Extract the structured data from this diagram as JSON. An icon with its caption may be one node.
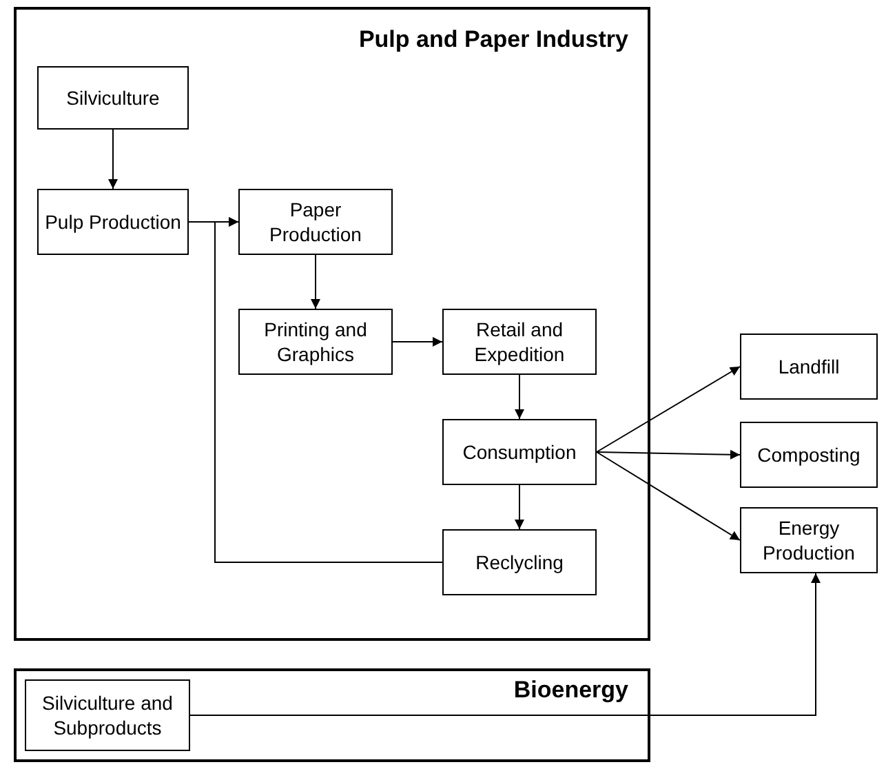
{
  "diagram": {
    "nodes": [
      {
        "text": [
          "Pulp and Paper Industry"
        ]
      },
      {
        "text": [
          "Silviculture"
        ],
        "in": 0
      },
      {
        "text": [
          "Pulp Production"
        ],
        "in": 0
      },
      {
        "text": [
          "Paper Production"
        ],
        "in": 0
      },
      {
        "text": [
          "Printing and Graphics"
        ],
        "in": 0
      },
      {
        "text": [
          "Retail and Expedition"
        ],
        "in": 0
      },
      {
        "text": [
          "Consumption"
        ],
        "in": 0
      },
      {
        "text": [
          "Reclycling"
        ],
        "in": 0
      },
      {
        "text": [
          "Landfill"
        ]
      },
      {
        "text": [
          "Composting"
        ]
      },
      {
        "text": [
          "Energy Production"
        ]
      },
      {
        "text": [
          "Bioenergy"
        ]
      },
      {
        "text": [
          "Silviculture and Subproducts"
        ],
        "in": 11
      }
    ],
    "edges": [
      {
        "from": 1,
        "to": 2,
        "arrow": "to"
      },
      {
        "from": 2,
        "to": 3,
        "arrow": "to"
      },
      {
        "from": 3,
        "to": 4,
        "arrow": "to"
      },
      {
        "from": 4,
        "to": 5,
        "arrow": "to"
      },
      {
        "from": 5,
        "to": 6,
        "arrow": "to"
      },
      {
        "from": 6,
        "to": 8,
        "arrow": "to"
      },
      {
        "from": 6,
        "to": 9,
        "arrow": "to"
      },
      {
        "from": 6,
        "to": 10,
        "arrow": "to"
      },
      {
        "from": 6,
        "to": 7,
        "arrow": "to"
      },
      {
        "from": 7,
        "to": 3,
        "arrow": "to"
      },
      {
        "from": 12,
        "to": 10,
        "arrow": "to"
      }
    ]
  }
}
